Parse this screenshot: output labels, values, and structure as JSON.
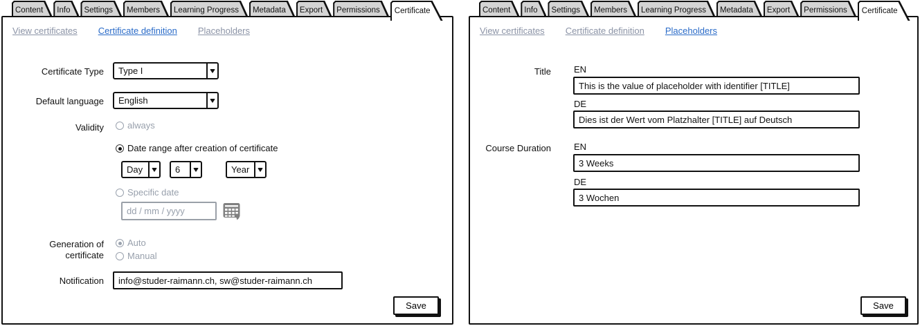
{
  "tabs": [
    "Content",
    "Info",
    "Settings",
    "Members",
    "Learning Progress",
    "Metadata",
    "Export",
    "Permissions",
    "Certificate"
  ],
  "active_tab": "Certificate",
  "colors": {
    "border": "#111111",
    "tab_fill": "#d4d4d4",
    "link_inactive": "#8b93a6",
    "link_active": "#2a6bc8",
    "disabled_gray": "#98a0ac",
    "calendar_icon_gray": "#808080"
  },
  "left_panel": {
    "subnav": [
      {
        "label": "View certificates",
        "active": false
      },
      {
        "label": "Certificate definition",
        "active": true
      },
      {
        "label": "Placeholders",
        "active": false
      }
    ],
    "fields": {
      "certificate_type": {
        "label": "Certificate Type",
        "value": "Type I"
      },
      "default_language": {
        "label": "Default language",
        "value": "English"
      },
      "validity": {
        "label": "Validity",
        "options": [
          {
            "label": "always",
            "selected": false,
            "enabled": false
          },
          {
            "label": "Date range after creation of certificate",
            "selected": true,
            "enabled": true
          },
          {
            "label": "Specific date",
            "selected": false,
            "enabled": false
          }
        ],
        "range_dropdowns": [
          {
            "value": "Day"
          },
          {
            "value": "6"
          },
          {
            "value": "Year"
          }
        ],
        "date_placeholder": "dd / mm / yyyy"
      },
      "generation": {
        "label": "Generation of certificate",
        "options": [
          {
            "label": "Auto",
            "selected": true,
            "enabled": false
          },
          {
            "label": "Manual",
            "selected": false,
            "enabled": false
          }
        ]
      },
      "notification": {
        "label": "Notification",
        "value": "info@studer-raimann.ch, sw@studer-raimann.ch"
      }
    },
    "save_label": "Save"
  },
  "right_panel": {
    "subnav": [
      {
        "label": "View certificates",
        "active": false
      },
      {
        "label": "Certificate definition",
        "active": false
      },
      {
        "label": "Placeholders",
        "active": true
      }
    ],
    "lang_labels": {
      "en": "EN",
      "de": "DE"
    },
    "placeholders": [
      {
        "label": "Title",
        "en": "This is the value of placeholder with identifier [TITLE]",
        "de": "Dies ist der Wert vom Platzhalter [TITLE] auf Deutsch"
      },
      {
        "label": "Course Duration",
        "en": "3 Weeks",
        "de": "3 Wochen"
      }
    ],
    "save_label": "Save"
  }
}
